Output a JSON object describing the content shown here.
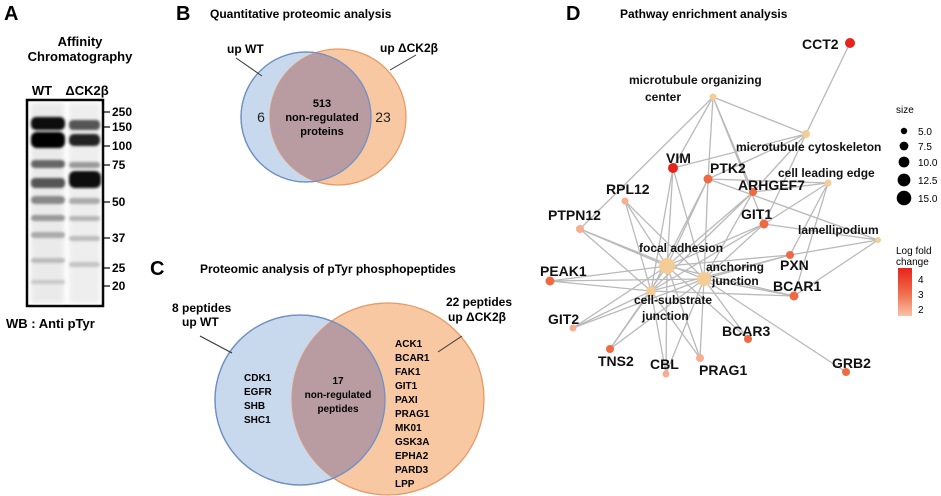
{
  "panels": {
    "A": {
      "letter": "A",
      "title_line1": "Affinity",
      "title_line2": "Chromatography",
      "lanes": [
        "WT",
        "ΔCK2β"
      ],
      "markers": [
        "250",
        "150",
        "100",
        "75",
        "50",
        "37",
        "25",
        "20"
      ],
      "footer": "WB :  Anti pTyr"
    },
    "B": {
      "letter": "B",
      "title": "Quantitative proteomic analysis",
      "left_label": "up WT",
      "right_label": "up ΔCK2β",
      "left_count": "6",
      "right_count": "23",
      "overlap_count": "513",
      "overlap_line1": "non-regulated",
      "overlap_line2": "proteins"
    },
    "C": {
      "letter": "C",
      "title": "Proteomic analysis of pTyr phosphopeptides",
      "left_label_line1": "8 peptides",
      "left_label_line2": "up WT",
      "right_label_line1": "22 peptides",
      "right_label_line2": "up ΔCK2β",
      "left_items": [
        "CDK1",
        "EGFR",
        "SHB",
        "SHC1"
      ],
      "overlap_count": "17",
      "overlap_line1": "non-regulated",
      "overlap_line2": "peptides",
      "right_items": [
        "ACK1",
        "BCAR1",
        "FAK1",
        "GIT1",
        "PAXI",
        "PRAG1",
        "MK01",
        "GSK3A",
        "EPHA2",
        "PARD3",
        "LPP"
      ]
    },
    "D": {
      "letter": "D",
      "title": "Pathway enrichment analysis",
      "size_legend_title": "size",
      "size_legend_values": [
        "5.0",
        "7.5",
        "10.0",
        "12.5",
        "15.0"
      ],
      "color_legend_title_line1": "Log fold",
      "color_legend_title_line2": "change",
      "color_legend_ticks": [
        "4",
        "3",
        "2"
      ],
      "terms": {
        "mtoc_line1": "microtubule organizing",
        "mtoc_line2": "center",
        "cytoskeleton": "microtubule cytoskeleton",
        "leading_edge": "cell leading edge",
        "lamellipodium": "lamellipodium",
        "focal_adhesion": "focal adhesion",
        "anchoring_line1": "anchoring",
        "anchoring_line2": "junction",
        "substrate_line1": "cell-substrate",
        "substrate_line2": "junction"
      },
      "genes": {
        "CCT2": "CCT2",
        "VIM": "VIM",
        "PTK2": "PTK2",
        "ARHGEF7": "ARHGEF7",
        "RPL12": "RPL12",
        "PTPN12": "PTPN12",
        "GIT1": "GIT1",
        "PXN": "PXN",
        "PEAK1": "PEAK1",
        "BCAR1": "BCAR1",
        "GIT2": "GIT2",
        "BCAR3": "BCAR3",
        "TNS2": "TNS2",
        "CBL": "CBL",
        "PRAG1": "PRAG1",
        "GRB2": "GRB2"
      },
      "colors": {
        "term": "#f3cc96",
        "edge": "#b9b9b9",
        "high": "#e8231c",
        "mid": "#ef6a43",
        "low": "#f7ad90"
      }
    }
  }
}
